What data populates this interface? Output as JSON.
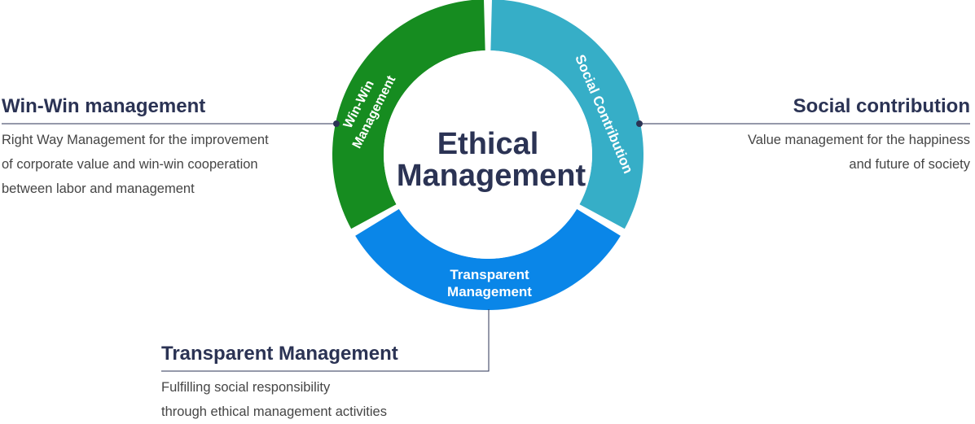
{
  "center": {
    "title_line1": "Ethical",
    "title_line2": "Management"
  },
  "segments": {
    "win_win": {
      "label_line1": "Win-Win",
      "label_line2": "Management",
      "color": "#168c20"
    },
    "social": {
      "label": "Social Contribution",
      "color": "#36aec7"
    },
    "transparent": {
      "label_line1": "Transparent",
      "label_line2": "Management",
      "color": "#0a86e8"
    }
  },
  "callouts": {
    "win_win": {
      "title": "Win-Win management",
      "desc_lines": [
        "Right Way Management for the improvement",
        "of corporate value and win-win cooperation",
        "between labor and management"
      ]
    },
    "social": {
      "title": "Social contribution",
      "desc_lines": [
        "Value management for the happiness",
        "and future of society"
      ]
    },
    "transparent": {
      "title": "Transparent Management",
      "desc_lines": [
        "Fulfilling social responsibility",
        "through ethical management activities"
      ]
    }
  },
  "colors": {
    "text_dark": "#2b3354",
    "connector": "#2b3354"
  }
}
